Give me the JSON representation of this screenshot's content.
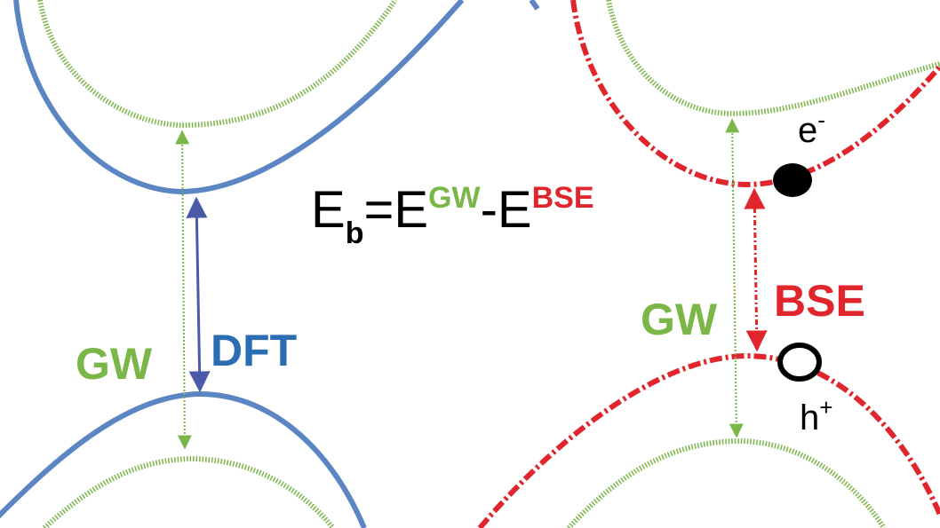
{
  "colors": {
    "dft": "#5b86c3",
    "dft_label": "#2a6db3",
    "gw": "#7ab648",
    "bse": "#e0252c",
    "arrow_dft": "#4a5aa8",
    "text": "#000000"
  },
  "labels": {
    "gw_left": "GW",
    "dft": "DFT",
    "gw_right": "GW",
    "bse": "BSE",
    "electron": "e",
    "electron_sup": "-",
    "hole": "h",
    "hole_sup": "+"
  },
  "formula": {
    "lhs": "E",
    "lhs_sub": "b",
    "equals": "=",
    "term1": "E",
    "term1_sup": "GW",
    "minus": "-",
    "term2": "E",
    "term2_sup": "BSE"
  }
}
